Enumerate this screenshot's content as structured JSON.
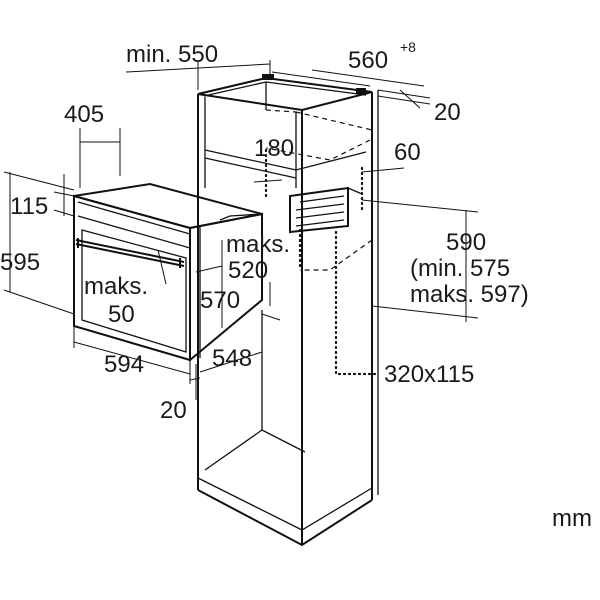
{
  "labels": {
    "min550": "min. 550",
    "w560": "560",
    "w560_sup": "+8",
    "d20_top": "20",
    "d405": "405",
    "d180": "180",
    "d60": "60",
    "d115": "115",
    "maks_a": "maks.",
    "d520": "520",
    "h590": "590",
    "h590_min": "(min. 575",
    "h590_max": "maks. 597)",
    "h595": "595",
    "maks_b": "maks.",
    "d50": "50",
    "d570": "570",
    "d594": "594",
    "d548": "548",
    "d20_bottom": "20",
    "vent": "320x115",
    "unit": "mm"
  }
}
